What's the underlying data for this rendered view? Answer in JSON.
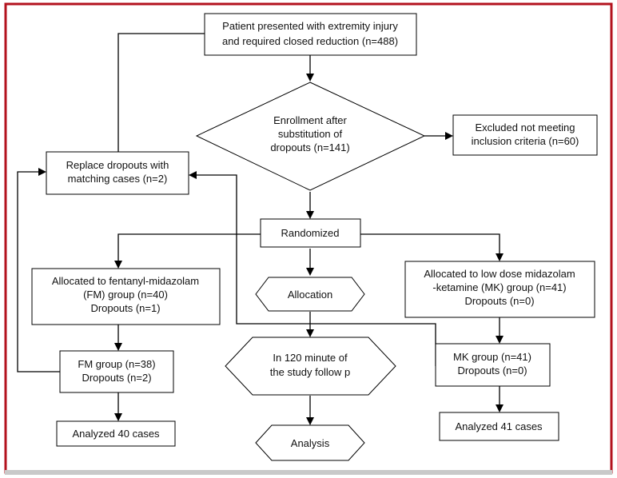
{
  "frame": {
    "border_color": "#b3121d"
  },
  "nodes": {
    "patient": [
      "Patient presented with extremity injury",
      "and required closed reduction (n=488)"
    ],
    "enrollment": [
      "Enrollment after",
      "substitution of",
      "dropouts (n=141)"
    ],
    "excluded": [
      "Excluded not meeting",
      "inclusion criteria (n=60)"
    ],
    "replace": [
      "Replace dropouts with",
      "matching cases (n=2)"
    ],
    "randomized": [
      "Randomized"
    ],
    "fm_alloc": [
      "Allocated to fentanyl-midazolam",
      "(FM) group (n=40)",
      "Dropouts (n=1)"
    ],
    "allocation": [
      "Allocation"
    ],
    "mk_alloc": [
      "Allocated to low dose midazolam",
      "-ketamine (MK) group (n=41)",
      "Dropouts (n=0)"
    ],
    "fm_group": [
      "FM group (n=38)",
      "Dropouts (n=2)"
    ],
    "followup": [
      "In 120 minute of",
      "the study follow p"
    ],
    "mk_group": [
      "MK group (n=41)",
      "Dropouts (n=0)"
    ],
    "fm_analyzed": [
      "Analyzed 40 cases"
    ],
    "analysis": [
      "Analysis"
    ],
    "mk_analyzed": [
      "Analyzed 41 cases"
    ]
  }
}
